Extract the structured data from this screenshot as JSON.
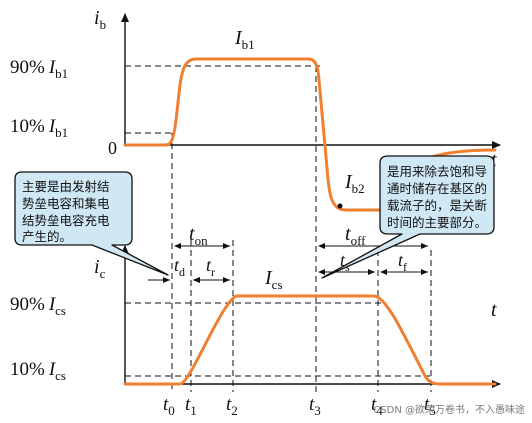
{
  "axes": {
    "ib_label_main": "i",
    "ib_label_sub": "b",
    "ic_label_main": "i",
    "ic_label_sub": "c",
    "t_label": "t",
    "zero": "0"
  },
  "levels": {
    "ib_90_pct": "90%",
    "ib_90_var": "I",
    "ib_90_sub": "b1",
    "ib_10_pct": "10%",
    "ib_10_var": "I",
    "ib_10_sub": "b1",
    "ic_90_pct": "90%",
    "ic_90_var": "I",
    "ic_90_sub": "cs",
    "ic_10_pct": "10%",
    "ic_10_var": "I",
    "ic_10_sub": "cs"
  },
  "curve_labels": {
    "ib1_main": "I",
    "ib1_sub": "b1",
    "ib2_main": "I",
    "ib2_sub": "b2",
    "ics_main": "I",
    "ics_sub": "cs"
  },
  "intervals": {
    "ton_main": "t",
    "ton_sub": "on",
    "toff_main": "t",
    "toff_sub": "off",
    "td_main": "t",
    "td_sub": "d",
    "tr_main": "t",
    "tr_sub": "r",
    "ts_main": "t",
    "ts_sub": "s",
    "tf_main": "t",
    "tf_sub": "f"
  },
  "time_ticks": [
    {
      "main": "t",
      "sub": "0"
    },
    {
      "main": "t",
      "sub": "1"
    },
    {
      "main": "t",
      "sub": "2"
    },
    {
      "main": "t",
      "sub": "3"
    },
    {
      "main": "t",
      "sub": "4"
    },
    {
      "main": "t",
      "sub": "5"
    }
  ],
  "callouts": {
    "left_lines": [
      "主要是由发射结",
      "势垒电容和集电",
      "结势垒电容充电",
      "产生的。"
    ],
    "right_lines": [
      "是用来除去饱和导",
      "通时储存在基区的",
      "载流子的，是关断",
      "时间的主要部分。"
    ]
  },
  "watermark": "CSDN @欲荣万卷书，不入愚味途",
  "colors": {
    "curve": "#f08030",
    "callout_fill": "#cfe8f3",
    "callout_stroke": "#111111",
    "axis": "#111111"
  }
}
